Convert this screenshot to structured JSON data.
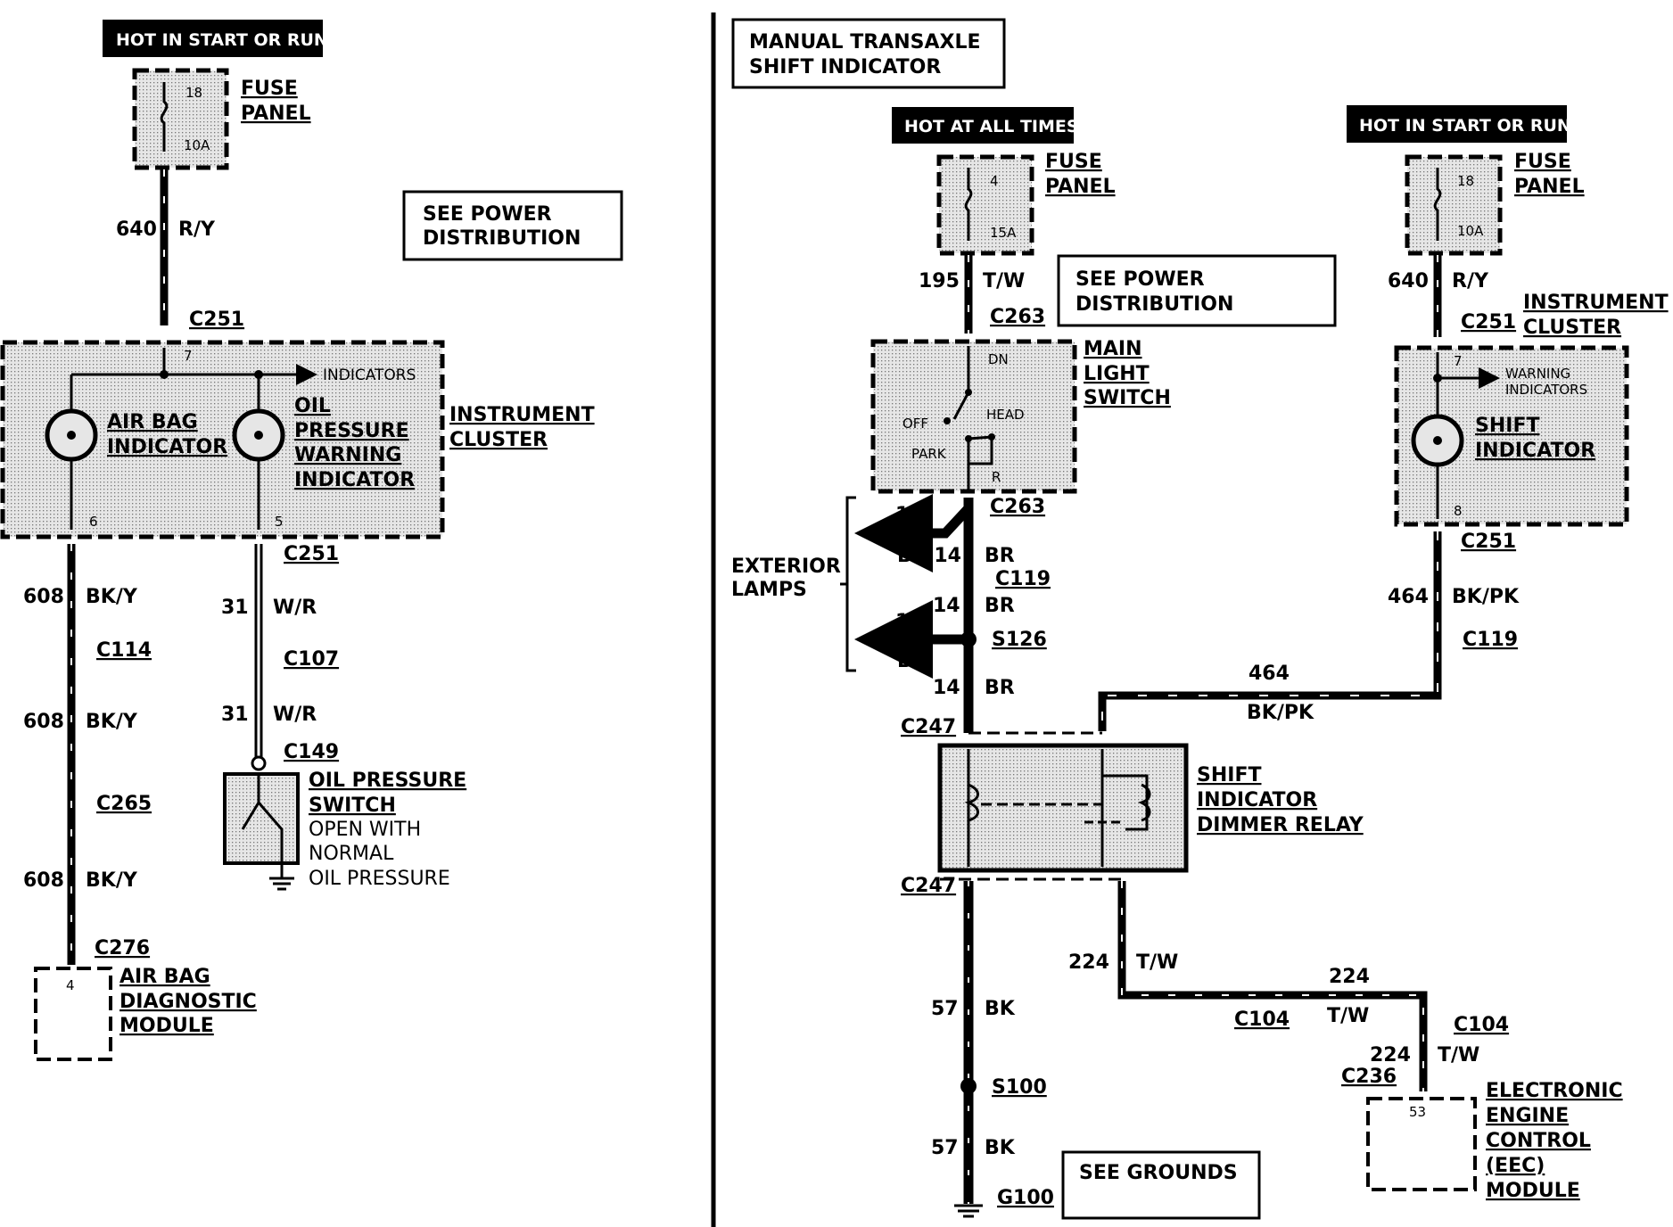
{
  "left": {
    "hot_label": "HOT IN START OR RUN",
    "fuse_label": [
      "FUSE",
      "PANEL"
    ],
    "fuse_num": "18",
    "fuse_amp": "10A",
    "wire_640": "640",
    "wire_ry": "R/Y",
    "see_power": [
      "SEE POWER",
      "DISTRIBUTION"
    ],
    "c251_top": "C251",
    "pin7": "7",
    "indicators": "INDICATORS",
    "air_bag_indicator": [
      "AIR BAG",
      "INDICATOR"
    ],
    "oil_pressure_indicator": [
      "OIL",
      "PRESSURE",
      "WARNING",
      "INDICATOR"
    ],
    "instrument_cluster": [
      "INSTRUMENT",
      "CLUSTER"
    ],
    "pin6": "6",
    "pin5": "5",
    "c251_bottom": "C251",
    "w608": "608",
    "bky": "BK/Y",
    "c114": "C114",
    "c265": "C265",
    "c276": "C276",
    "w31": "31",
    "wr": "W/R",
    "c107": "C107",
    "c149": "C149",
    "oil_switch": [
      "OIL PRESSURE",
      "SWITCH",
      "OPEN WITH",
      "NORMAL",
      "OIL PRESSURE"
    ],
    "module_pin": "4",
    "air_bag_module": [
      "AIR BAG",
      "DIAGNOSTIC",
      "MODULE"
    ]
  },
  "right": {
    "title": [
      "MANUAL TRANSAXLE",
      "SHIFT INDICATOR"
    ],
    "hot_all": "HOT AT ALL TIMES",
    "hot_start": "HOT IN START OR RUN",
    "fuse_label": [
      "FUSE",
      "PANEL"
    ],
    "fuse4_num": "4",
    "fuse4_amp": "15A",
    "fuse18_num": "18",
    "fuse18_amp": "10A",
    "see_power": [
      "SEE POWER",
      "DISTRIBUTION"
    ],
    "w195": "195",
    "tw": "T/W",
    "c263": "C263",
    "main_light_switch": [
      "MAIN",
      "LIGHT",
      "SWITCH"
    ],
    "sw_dn": "DN",
    "sw_off": "OFF",
    "sw_head": "HEAD",
    "sw_park": "PARK",
    "sw_r": "R",
    "w640": "640",
    "ry": "R/Y",
    "c251": "C251",
    "instrument_cluster": [
      "INSTRUMENT",
      "CLUSTER"
    ],
    "pin7": "7",
    "warning_indicators": [
      "WARNING",
      "INDICATORS"
    ],
    "shift_indicator": [
      "SHIFT",
      "INDICATOR"
    ],
    "pin8": "8",
    "w464": "464",
    "bkpk": "BK/PK",
    "c119": "C119",
    "exterior_lamps": [
      "EXTERIOR",
      "LAMPS"
    ],
    "w14": "14",
    "br": "BR",
    "br14": "BR 14",
    "s126": "S126",
    "c247": "C247",
    "relay": [
      "SHIFT",
      "INDICATOR",
      "DIMMER RELAY"
    ],
    "w57": "57",
    "bk": "BK",
    "s100": "S100",
    "g100": "G100",
    "see_grounds": "SEE GROUNDS",
    "w224": "224",
    "c104": "C104",
    "c236": "C236",
    "pin53": "53",
    "eec": [
      "ELECTRONIC",
      "ENGINE",
      "CONTROL",
      "(EEC)",
      "MODULE"
    ]
  }
}
